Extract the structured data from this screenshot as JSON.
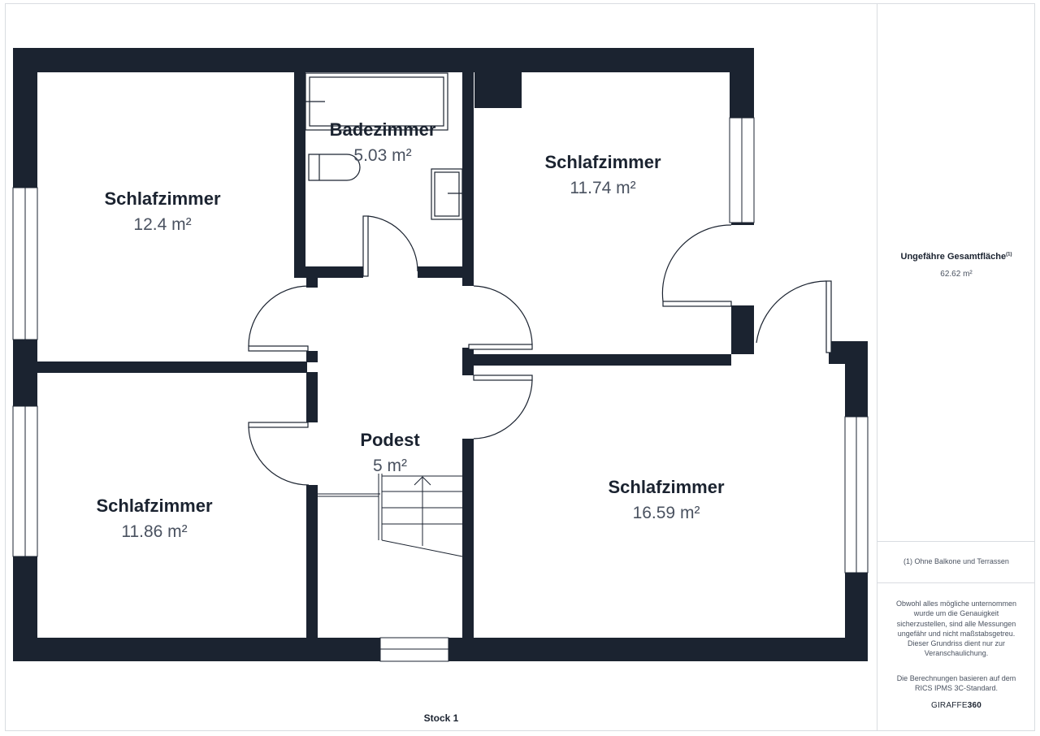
{
  "floor_label": "Stock 1",
  "rooms": [
    {
      "name": "Schlafzimmer",
      "area": "12.4 m²"
    },
    {
      "name": "Badezimmer",
      "area": "5.03 m²"
    },
    {
      "name": "Schlafzimmer",
      "area": "11.74 m²"
    },
    {
      "name": "Schlafzimmer",
      "area": "11.86 m²"
    },
    {
      "name": "Podest",
      "area": "5 m²"
    },
    {
      "name": "Schlafzimmer",
      "area": "16.59 m²"
    }
  ],
  "sidebar": {
    "total_label": "Ungefähre Gesamtfläche",
    "total_marker": "(1)",
    "total_value": "62.62 m²",
    "footnote": "(1) Ohne Balkone und Terrassen",
    "disclaimer": "Obwohl alles mögliche unternommen wurde um die Genauigkeit sicherzustellen, sind alle Messungen ungefähr und nicht maßstabsgetreu. Dieser Grundriss dient nur zur Veranschaulichung.",
    "basis": "Die Berechnungen basieren auf dem RICS IPMS 3C-Standard.",
    "brand_light": "GIRAFFE",
    "brand_bold": "360"
  },
  "colors": {
    "wall": "#1b2330",
    "text": "#1b2330",
    "subtext": "#4a5260",
    "border": "#d9dce1"
  }
}
